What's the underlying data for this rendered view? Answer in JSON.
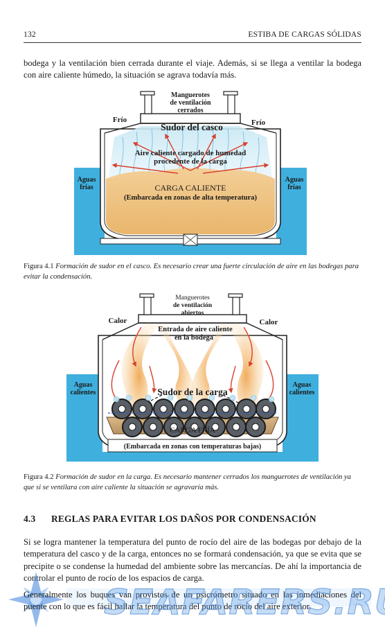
{
  "header": {
    "page_number": "132",
    "running_title": "ESTIBA DE CARGAS SÓLIDAS"
  },
  "intro_paragraph": "bodega y la ventilación bien cerrada durante el viaje. Además, si se llega a ventilar la bodega con aire caliente húmedo, la situación se agrava todavía más.",
  "figure1": {
    "label_vents": [
      "Manguerotes",
      "de ventilación",
      "cerrados"
    ],
    "label_cold_left": "Frío",
    "label_cold_right": "Frío",
    "label_sweat": "Sudor del casco",
    "label_air": [
      "Aire caliente cargado de humedad",
      "procedente de la carga"
    ],
    "label_water_left": [
      "Aguas",
      "frías"
    ],
    "label_water_right": [
      "Aguas",
      "frías"
    ],
    "label_cargo": "CARGA CALIENTE",
    "label_cargo_note": "(Embarcada en zonas de alta temperatura)",
    "caption_label": "Figura 4.1",
    "caption_text": "Formación de sudor en el casco. Es necesario crear una fuerte circulación de aire en las bodegas para evitar la condensación."
  },
  "figure2": {
    "label_vents": [
      "Manguerotes",
      "de ventilación",
      "abiertos"
    ],
    "label_heat_left": "Calor",
    "label_heat_right": "Calor",
    "label_air": [
      "Entrada de aire caliente",
      "en la bodega"
    ],
    "label_sweat": "Sudor de la carga",
    "label_water_left": [
      "Aguas",
      "calientes"
    ],
    "label_water_right": [
      "Aguas",
      "calientes"
    ],
    "label_cargo": "CARGA FRÍA",
    "label_cargo_note": "(Embarcada en zonas con temperaturas bajas)",
    "caption_label": "Figura 4.2",
    "caption_text": "Formación de sudor en la carga. Es necesario mantener cerrados los manguerotes de ventilación ya que si se ventilara con aire caliente la situación se agravaría más."
  },
  "section": {
    "number": "4.3",
    "title": "REGLAS PARA EVITAR LOS DAÑOS POR CONDENSACIÓN"
  },
  "body_paragraph_1": "Si se logra mantener la temperatura del punto de rocío del aire de las bodegas por debajo de la temperatura del casco y de la carga, entonces no se formará condensación, ya que se evita que se precipite o se condense la humedad del ambiente sobre las mercancías. De ahí la importancia de controlar el punto de rocío de los espacios de carga.",
  "body_paragraph_2": "Generalmente los buques van provistos de un psicrómetro situado en las inmediaciones del puente con lo que es fácil hallar la temperatura del punto de rocío del aire exterior.",
  "watermark": {
    "text": "SEAFARERS.RU"
  },
  "colors": {
    "water": "#3fb0de",
    "cargo": "#eec27f",
    "hull_fill": "#ffffff",
    "arrow": "#d8402c",
    "text": "#1a1a1a",
    "watermark": "#5a9be1"
  }
}
